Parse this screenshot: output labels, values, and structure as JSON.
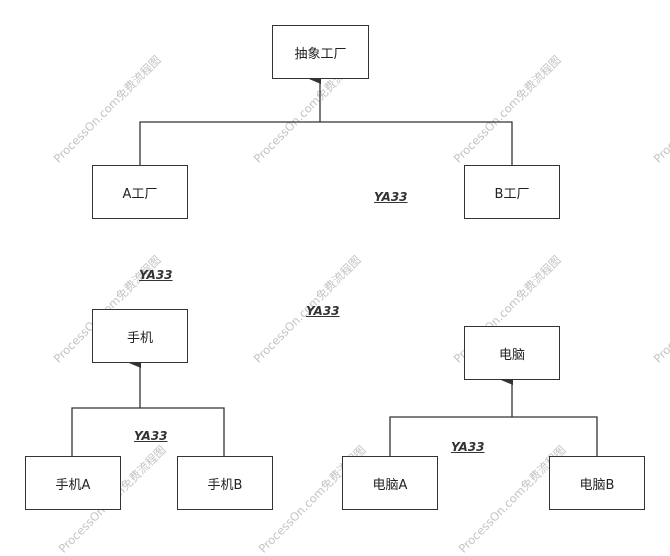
{
  "nodes": {
    "abstract_factory": "抽象工厂",
    "factory_a": "A工厂",
    "factory_b": "B工厂",
    "phone": "手机",
    "phone_a": "手机A",
    "phone_b": "手机B",
    "computer": "电脑",
    "computer_a": "电脑A",
    "computer_b": "电脑B"
  },
  "tags": [
    "YA33",
    "YA33",
    "YA33",
    "YA33",
    "YA33"
  ],
  "watermark": "ProcessOn.com免费流程图",
  "colors": {
    "stroke": "#333333",
    "watermark": "#c4c4c4"
  }
}
